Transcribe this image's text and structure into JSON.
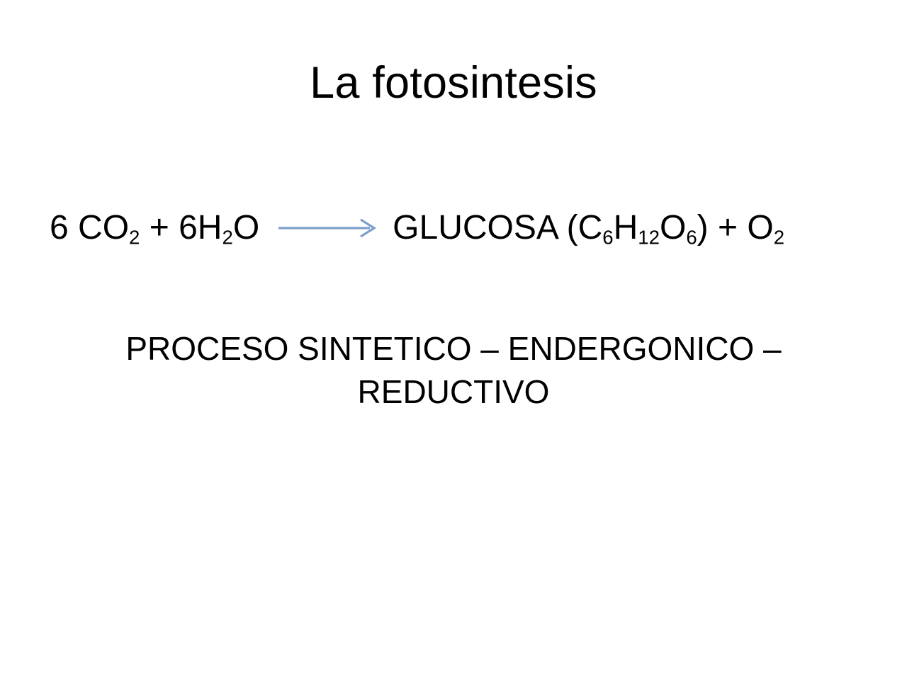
{
  "slide": {
    "background_color": "#ffffff",
    "text_color": "#000000",
    "title": "La fotosintesis",
    "equation": {
      "reactants": {
        "coefficient_co2": "6",
        "co2_symbol": "CO",
        "co2_subscript": "2",
        "plus": " + ",
        "coefficient_h2o": "6H",
        "h2o_subscript": "2",
        "h2o_tail": "O",
        "full_text": "6 CO2 + 6H2O"
      },
      "arrow": {
        "icon": "arrow-right-icon",
        "color": "#7d9fca",
        "direction": "right"
      },
      "products": {
        "name": "GLUCOSA (C",
        "c_subscript": "6",
        "h_symbol": "H",
        "h_subscript": "12",
        "o_symbol": "O",
        "o_subscript": "6",
        "close_paren": ") + O",
        "o2_subscript": "2",
        "full_text": "GLUCOSA (C6H12O6) + O2"
      }
    },
    "caption": {
      "line1": "PROCESO SINTETICO – ENDERGONICO –",
      "line2": "REDUCTIVO",
      "full_text": "PROCESO SINTETICO – ENDERGONICO – REDUCTIVO"
    }
  }
}
